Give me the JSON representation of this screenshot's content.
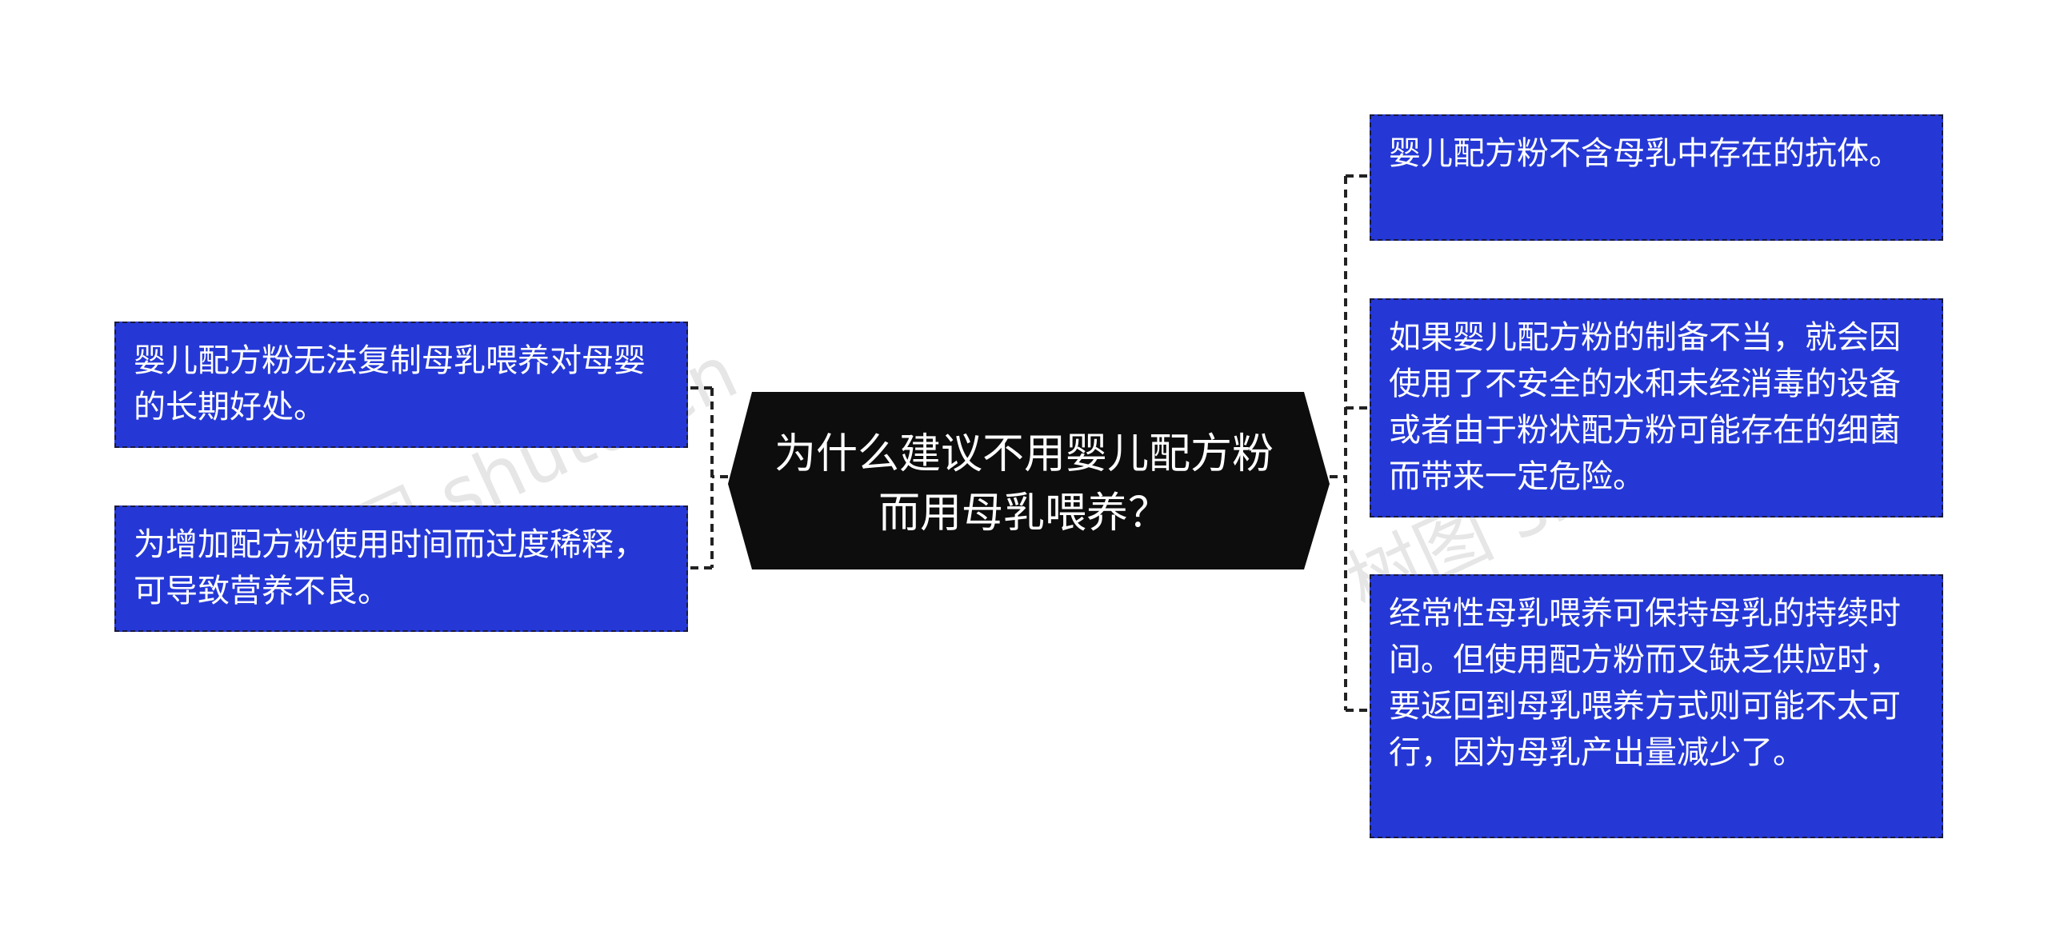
{
  "watermarks": [
    "树图 shutu.cn",
    "树图 shutu.cn"
  ],
  "center": {
    "text": "为什么建议不用婴儿配方粉而用母乳喂养？"
  },
  "left_nodes": [
    {
      "text": "婴儿配方粉无法复制母乳喂养对母婴的长期好处。"
    },
    {
      "text": "为增加配方粉使用时间而过度稀释，可导致营养不良。"
    }
  ],
  "right_nodes": [
    {
      "text": "婴儿配方粉不含母乳中存在的抗体。"
    },
    {
      "text": "如果婴儿配方粉的制备不当，就会因使用了不安全的水和未经消毒的设备或者由于粉状配方粉可能存在的细菌而带来一定危险。"
    },
    {
      "text": "经常性母乳喂养可保持母乳的持续时间。但使用配方粉而又缺乏供应时，要返回到母乳喂养方式则可能不太可行，因为母乳产出量减少了。"
    }
  ],
  "colors": {
    "node_fill": "#2538d6",
    "center_fill": "#0d0d0d",
    "connector": "#222222"
  }
}
